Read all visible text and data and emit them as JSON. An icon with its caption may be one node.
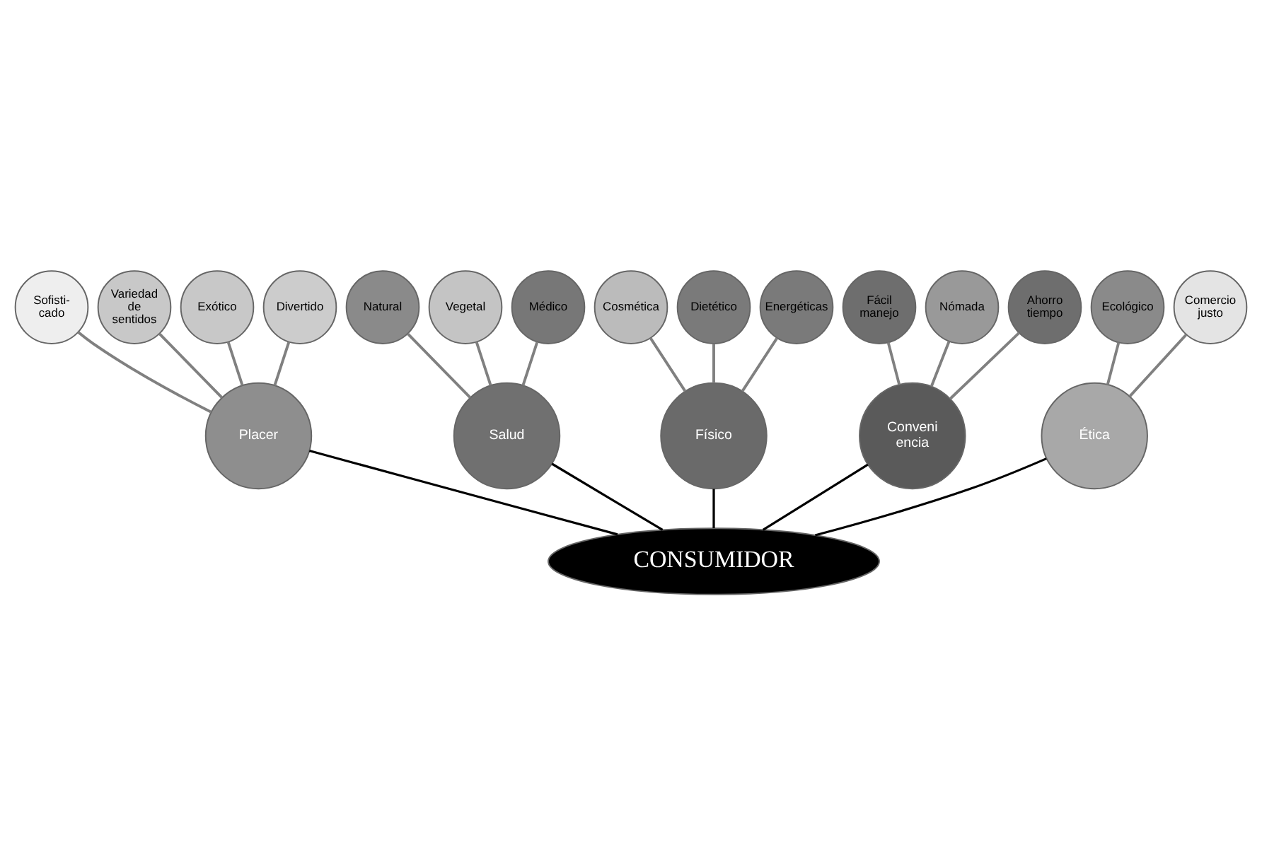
{
  "diagram": {
    "nodes": [
      {
        "text": [
          "Sofisti- cado"
        ]
      },
      {
        "text": [
          "Variedad de sentidos"
        ]
      },
      {
        "text": [
          "Exótico"
        ]
      },
      {
        "text": [
          "Divertido"
        ]
      },
      {
        "text": [
          "Natural"
        ]
      },
      {
        "text": [
          "Vegetal"
        ]
      },
      {
        "text": [
          "Médico"
        ]
      },
      {
        "text": [
          "Cosmética"
        ]
      },
      {
        "text": [
          "Dietético"
        ]
      },
      {
        "text": [
          "Energéticas"
        ]
      },
      {
        "text": [
          "Fácil manejo"
        ]
      },
      {
        "text": [
          "Nómada"
        ]
      },
      {
        "text": [
          "Ahorro tiempo"
        ]
      },
      {
        "text": [
          "Ecológico"
        ]
      },
      {
        "text": [
          "Comercio justo"
        ]
      },
      {
        "text": [
          "Placer"
        ]
      },
      {
        "text": [
          "Salud"
        ]
      },
      {
        "text": [
          "Físico"
        ]
      },
      {
        "text": [
          "Conveni encia"
        ]
      },
      {
        "text": [
          "Ética"
        ]
      },
      {
        "text": [
          "CONSUMIDOR"
        ]
      }
    ],
    "edges": [
      {
        "from": 0,
        "to": 15,
        "arrow": "none"
      },
      {
        "from": 1,
        "to": 15,
        "arrow": "none"
      },
      {
        "from": 2,
        "to": 15,
        "arrow": "none"
      },
      {
        "from": 3,
        "to": 15,
        "arrow": "none"
      },
      {
        "from": 4,
        "to": 16,
        "arrow": "none"
      },
      {
        "from": 5,
        "to": 16,
        "arrow": "none"
      },
      {
        "from": 6,
        "to": 16,
        "arrow": "none"
      },
      {
        "from": 7,
        "to": 17,
        "arrow": "none"
      },
      {
        "from": 8,
        "to": 17,
        "arrow": "none"
      },
      {
        "from": 9,
        "to": 17,
        "arrow": "none"
      },
      {
        "from": 10,
        "to": 18,
        "arrow": "none"
      },
      {
        "from": 11,
        "to": 18,
        "arrow": "none"
      },
      {
        "from": 12,
        "to": 18,
        "arrow": "none"
      },
      {
        "from": 13,
        "to": 19,
        "arrow": "none"
      },
      {
        "from": 14,
        "to": 19,
        "arrow": "none"
      },
      {
        "from": 15,
        "to": 20,
        "arrow": "none",
        "color": "#000000"
      },
      {
        "from": 16,
        "to": 20,
        "arrow": "none",
        "color": "#000000"
      },
      {
        "from": 17,
        "to": 20,
        "arrow": "none",
        "color": "#000000"
      },
      {
        "from": 18,
        "to": 20,
        "arrow": "none",
        "color": "#000000"
      },
      {
        "from": 19,
        "to": 20,
        "arrow": "none",
        "color": "#000000"
      }
    ]
  }
}
